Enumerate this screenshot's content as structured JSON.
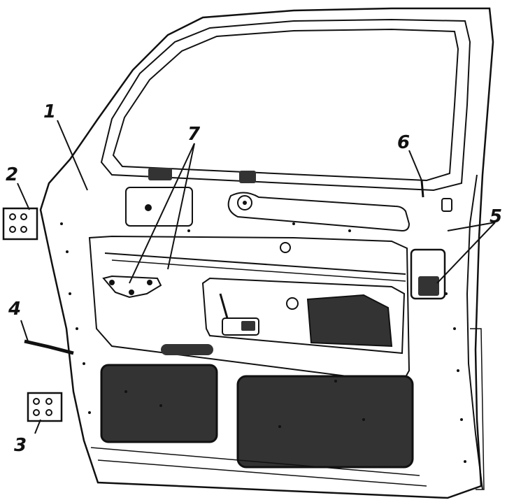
{
  "diagram": {
    "callouts": [
      {
        "id": "1",
        "label": "1"
      },
      {
        "id": "2",
        "label": "2"
      },
      {
        "id": "3",
        "label": "3"
      },
      {
        "id": "4",
        "label": "4"
      },
      {
        "id": "5",
        "label": "5"
      },
      {
        "id": "6",
        "label": "6"
      },
      {
        "id": "7",
        "label": "7"
      }
    ],
    "colors": {
      "line": "#111111",
      "panel_fill": "#333333",
      "paper": "#ffffff"
    }
  }
}
